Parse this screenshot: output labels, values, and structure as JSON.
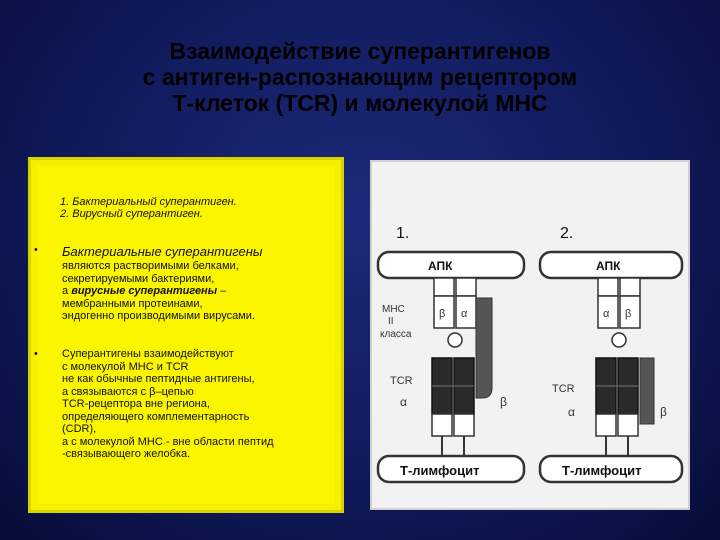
{
  "title": {
    "line1": "Взаимодействие суперантигенов",
    "line2": "с антиген-распознающим рецептором",
    "line3": "Т-клеток (TCR) и молекулой МНС"
  },
  "legend": {
    "item1": "1. Бактериальный суперантиген.",
    "item2": "2. Вирусный суперантиген."
  },
  "bullets": [
    {
      "marker": "•",
      "heading": "Бактериальные суперантигены",
      "lines": [
        "являются растворимыми белками,",
        "секретируемыми бактериями,",
        "а ",
        "вирусные суперантигены",
        " –",
        "мембранными протеинами,",
        "эндогенно производимыми вирусами."
      ]
    },
    {
      "marker": "•",
      "lines": [
        "Суперантигены взаимодействуют",
        "с молекулой МНС и TCR",
        "не как обычные пептидные антигены,",
        "а связываются с  β–цепью",
        "TCR-рецептора вне региона,",
        "определяющего комплементарность",
        "(CDR),",
        "а с молекулой МНС - вне области пептид",
        "-связывающего желобка."
      ]
    }
  ],
  "diagram": {
    "panel1_label": "1.",
    "panel2_label": "2.",
    "apc_label": "АПК",
    "mhc_label_lines": [
      "МНС",
      "II",
      "класса"
    ],
    "alpha": "α",
    "beta": "β",
    "tcr_label": "TCR",
    "tcell_label": "Т-лимфоцит"
  }
}
